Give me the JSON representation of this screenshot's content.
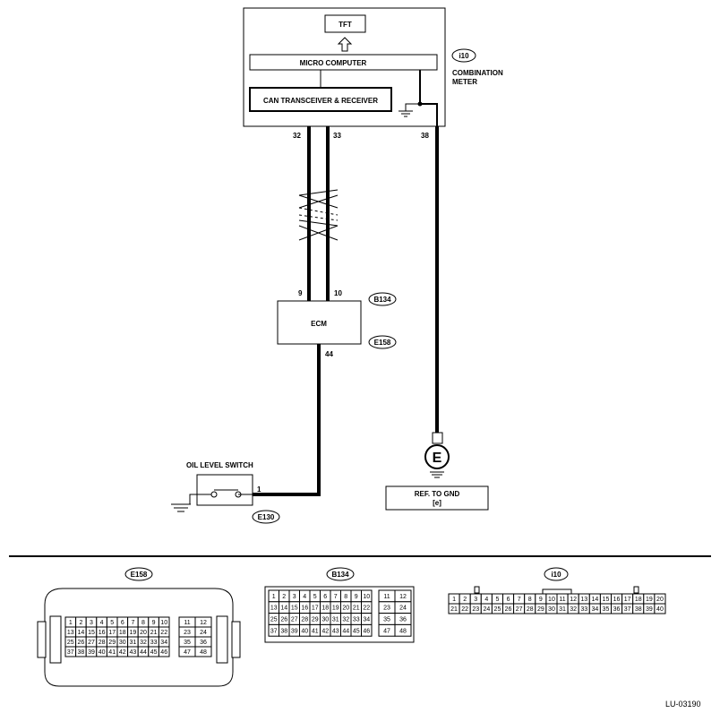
{
  "meter": {
    "tft": "TFT",
    "micro": "MICRO COMPUTER",
    "can": "CAN TRANSCEIVER & RECEIVER",
    "code": "i10",
    "name_line1": "COMBINATION",
    "name_line2": "METER",
    "pin_32": "32",
    "pin_33": "33",
    "pin_38": "38"
  },
  "ecm": {
    "label": "ECM",
    "pin_9": "9",
    "pin_10": "10",
    "pin_44": "44",
    "code_b134": "B134",
    "code_e158": "E158"
  },
  "oil_switch": {
    "label": "OIL LEVEL SWITCH",
    "pin_1": "1",
    "code": "E130"
  },
  "ground": {
    "symbol": "E",
    "ref_line1": "REF. TO GND",
    "ref_line2": "[e]"
  },
  "connectors": {
    "e158": {
      "code": "E158",
      "rows": [
        [
          "1",
          "2",
          "3",
          "4",
          "5",
          "6",
          "7",
          "8",
          "9",
          "10"
        ],
        [
          "13",
          "14",
          "15",
          "16",
          "17",
          "18",
          "19",
          "20",
          "21",
          "22"
        ],
        [
          "25",
          "26",
          "27",
          "28",
          "29",
          "30",
          "31",
          "32",
          "33",
          "34"
        ],
        [
          "37",
          "38",
          "39",
          "40",
          "41",
          "42",
          "43",
          "44",
          "45",
          "46"
        ]
      ],
      "side": [
        [
          "11",
          "12"
        ],
        [
          "23",
          "24"
        ],
        [
          "35",
          "36"
        ],
        [
          "47",
          "48"
        ]
      ]
    },
    "b134": {
      "code": "B134",
      "rows": [
        [
          "1",
          "2",
          "3",
          "4",
          "5",
          "6",
          "7",
          "8",
          "9",
          "10"
        ],
        [
          "13",
          "14",
          "15",
          "16",
          "17",
          "18",
          "19",
          "20",
          "21",
          "22"
        ],
        [
          "25",
          "26",
          "27",
          "28",
          "29",
          "30",
          "31",
          "32",
          "33",
          "34"
        ],
        [
          "37",
          "38",
          "39",
          "40",
          "41",
          "42",
          "43",
          "44",
          "45",
          "46"
        ]
      ],
      "side": [
        [
          "11",
          "12"
        ],
        [
          "23",
          "24"
        ],
        [
          "35",
          "36"
        ],
        [
          "47",
          "48"
        ]
      ]
    },
    "i10": {
      "code": "i10",
      "rows": [
        [
          "1",
          "2",
          "3",
          "4",
          "5",
          "6",
          "7",
          "8",
          "9",
          "10",
          "11",
          "12",
          "13",
          "14",
          "15",
          "16",
          "17",
          "18",
          "19",
          "20"
        ],
        [
          "21",
          "22",
          "23",
          "24",
          "25",
          "26",
          "27",
          "28",
          "29",
          "30",
          "31",
          "32",
          "33",
          "34",
          "35",
          "36",
          "37",
          "38",
          "39",
          "40"
        ]
      ]
    }
  },
  "figure_id": "LU-03190"
}
